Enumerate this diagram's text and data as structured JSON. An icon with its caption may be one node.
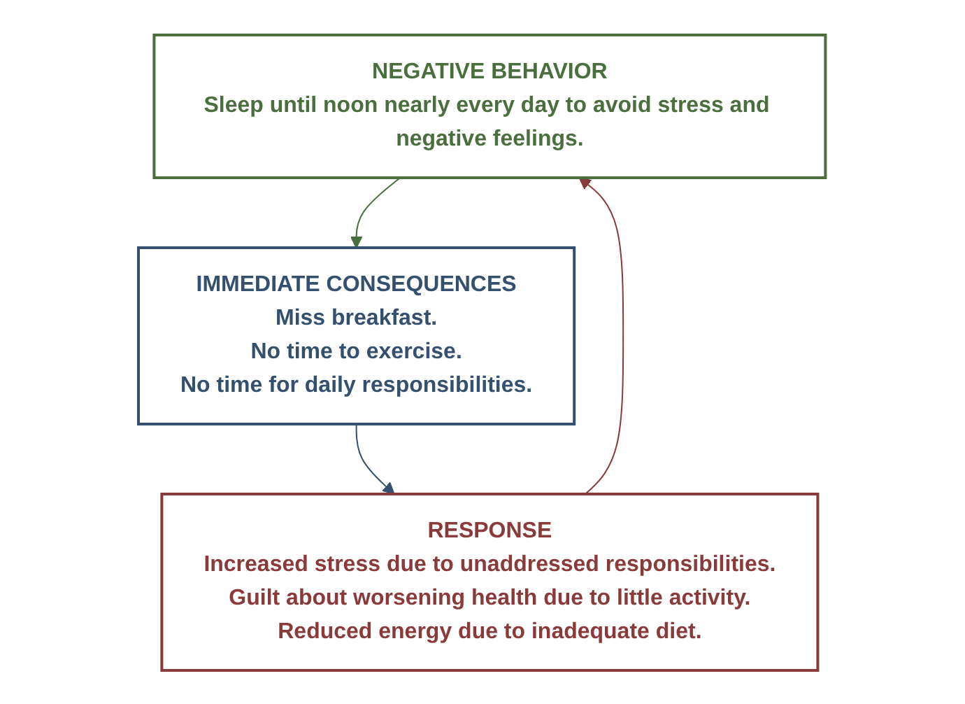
{
  "diagram": {
    "nodes": [
      {
        "text": [
          "NEGATIVE BEHAVIOR",
          "Sleep until noon nearly every day to avoid stress and negative feelings."
        ]
      },
      {
        "text": [
          "IMMEDIATE CONSEQUENCES",
          "Miss breakfast.",
          "No time to exercise.",
          "No time for daily responsibilities."
        ]
      },
      {
        "text": [
          "RESPONSE",
          "Increased stress due to unaddressed responsibilities.",
          "Guilt about worsening health due to little activity.",
          "Reduced energy due to inadequate diet."
        ]
      }
    ],
    "edges": [
      {
        "from": 0,
        "to": 1,
        "arrow": "to",
        "color": "#4a6e3e"
      },
      {
        "from": 1,
        "to": 2,
        "arrow": "to",
        "color": "#34506e"
      },
      {
        "from": 2,
        "to": 0,
        "arrow": "to",
        "color": "#8a3a3a"
      }
    ]
  }
}
